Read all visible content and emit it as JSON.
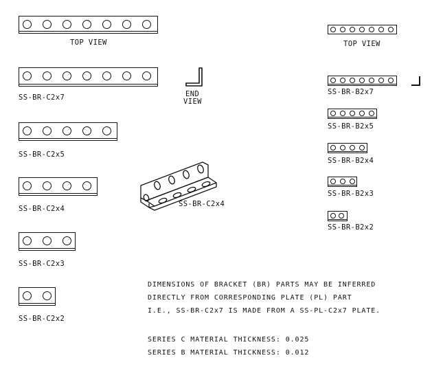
{
  "labels": {
    "left_top_view": "TOP VIEW",
    "right_top_view": "TOP VIEW",
    "end_view_line1": "END",
    "end_view_line2": "VIEW",
    "iso_label": "SS-BR-C2x4"
  },
  "left_parts": [
    {
      "name": "SS-BR-C2x7",
      "holes": 7
    },
    {
      "name": "SS-BR-C2x5",
      "holes": 5
    },
    {
      "name": "SS-BR-C2x4",
      "holes": 4
    },
    {
      "name": "SS-BR-C2x3",
      "holes": 3
    },
    {
      "name": "SS-BR-C2x2",
      "holes": 2
    }
  ],
  "right_parts": [
    {
      "name": "SS-BR-B2x7",
      "holes": 7
    },
    {
      "name": "SS-BR-B2x5",
      "holes": 5
    },
    {
      "name": "SS-BR-B2x4",
      "holes": 4
    },
    {
      "name": "SS-BR-B2x3",
      "holes": 3
    },
    {
      "name": "SS-BR-B2x2",
      "holes": 2
    }
  ],
  "notes": {
    "line1": "DIMENSIONS OF BRACKET (BR) PARTS MAY BE INFERRED",
    "line2": "DIRECTLY FROM CORRESPONDING PLATE (PL) PART",
    "line3": "I.E., SS-BR-C2x7 IS MADE FROM A SS-PL-C2x7 PLATE.",
    "thickness_c": "SERIES C MATERIAL THICKNESS: 0.025",
    "thickness_b": "SERIES B MATERIAL THICKNESS: 0.012"
  }
}
